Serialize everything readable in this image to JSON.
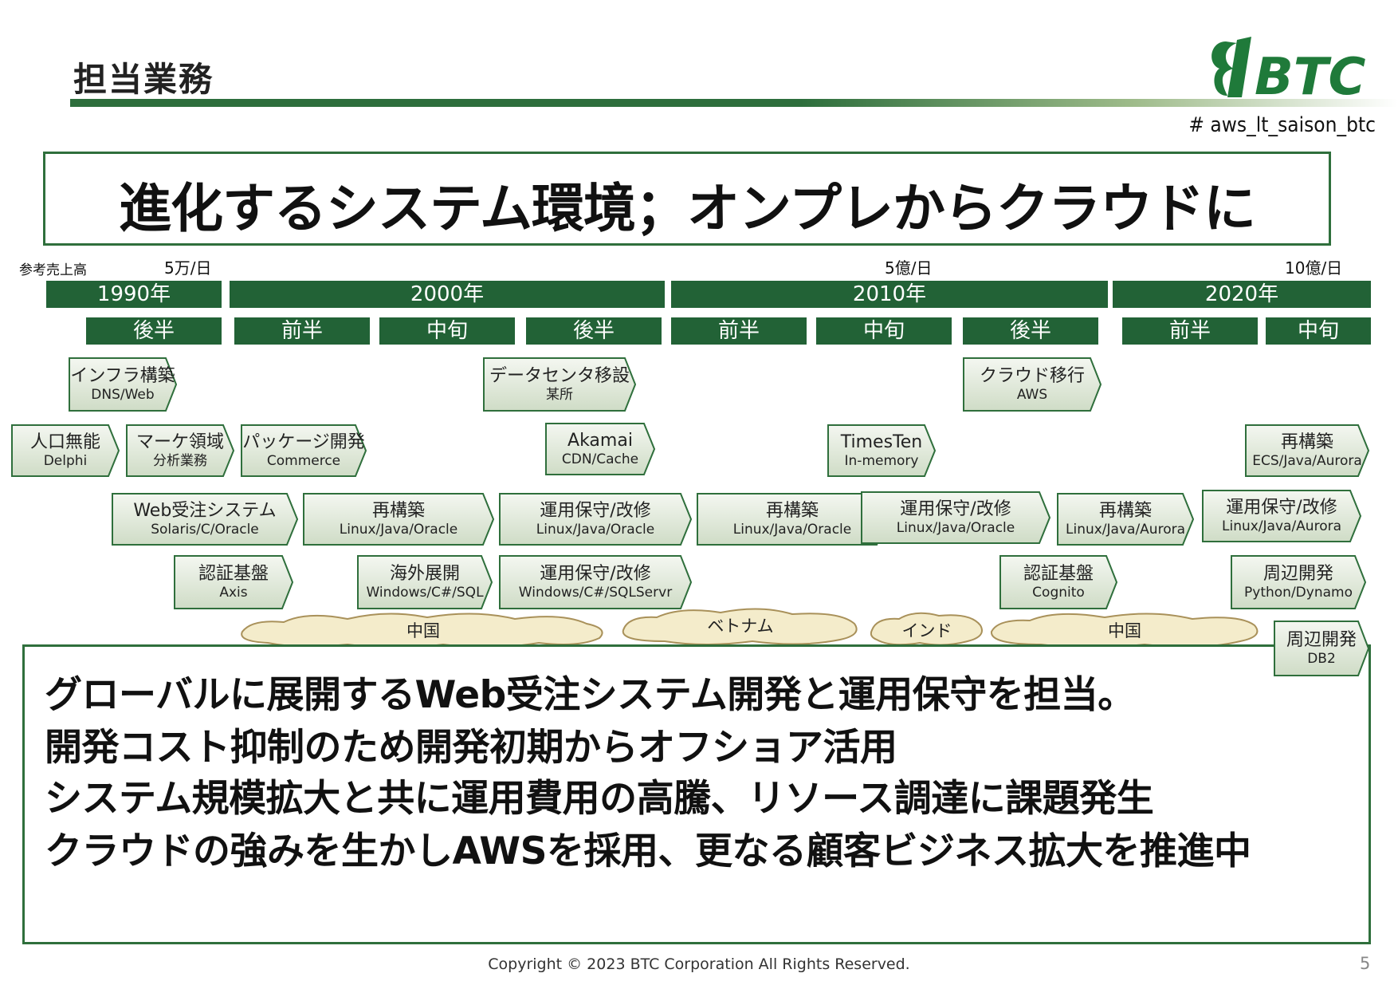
{
  "header": {
    "section_title": "担当業務",
    "logo_text": "BTC",
    "hashtag": "# aws_lt_saison_btc"
  },
  "headline": "進化するシステム環境；オンプレからクラウドに",
  "timeline": {
    "sales_label": "参考売上高",
    "sales_1990": "5万/日",
    "sales_2010": "5億/日",
    "sales_2020": "10億/日",
    "decades": [
      "1990年",
      "2000年",
      "2010年",
      "2020年"
    ],
    "periods": [
      "後半",
      "前半",
      "中旬",
      "後半",
      "前半",
      "中旬",
      "後半",
      "前半",
      "中旬"
    ]
  },
  "tasks": [
    {
      "title": "インフラ構築",
      "sub": "DNS/Web"
    },
    {
      "title": "データセンタ移設",
      "sub": "某所"
    },
    {
      "title": "クラウド移行",
      "sub": "AWS"
    },
    {
      "title": "人口無能",
      "sub": "Delphi"
    },
    {
      "title": "マーケ領域",
      "sub": "分析業務"
    },
    {
      "title": "パッケージ開発",
      "sub": "Commerce"
    },
    {
      "title": "Akamai",
      "sub": "CDN/Cache"
    },
    {
      "title": "TimesTen",
      "sub": "In-memory"
    },
    {
      "title": "再構築",
      "sub": "ECS/Java/Aurora"
    },
    {
      "title": "Web受注システム",
      "sub": "Solaris/C/Oracle"
    },
    {
      "title": "再構築",
      "sub": "Linux/Java/Oracle"
    },
    {
      "title": "運用保守/改修",
      "sub": "Linux/Java/Oracle"
    },
    {
      "title": "再構築",
      "sub": "Linux/Java/Oracle"
    },
    {
      "title": "運用保守/改修",
      "sub": "Linux/Java/Oracle"
    },
    {
      "title": "再構築",
      "sub": "Linux/Java/Aurora"
    },
    {
      "title": "運用保守/改修",
      "sub": "Linux/Java/Aurora"
    },
    {
      "title": "認証基盤",
      "sub": "Axis"
    },
    {
      "title": "海外展開",
      "sub": "Windows/C#/SQL"
    },
    {
      "title": "運用保守/改修",
      "sub": "Windows/C#/SQLServr"
    },
    {
      "title": "認証基盤",
      "sub": "Cognito"
    },
    {
      "title": "周辺開発",
      "sub": "Python/Dynamo"
    },
    {
      "title": "周辺開発",
      "sub": "DB2"
    }
  ],
  "clouds": [
    "中国",
    "ベトナム",
    "インド",
    "中国"
  ],
  "body_lines": [
    "グローバルに展開するWeb受注システム開発と運用保守を担当。",
    "開発コスト抑制のため開発初期からオフショア活用",
    "システム規模拡大と共に運用費用の高騰、リソース調達に課題発生",
    "クラウドの強みを生かしAWSを採用、更なる顧客ビジネス拡大を推進中"
  ],
  "footer": {
    "copyright": "Copyright © 2023 BTC Corporation All Rights Reserved.",
    "page_number": "5"
  },
  "colors": {
    "accent_green": "#226236",
    "box_border": "#2f6f3c",
    "task_fill_top": "#f4f7f1",
    "task_fill_bottom": "#cfdcc6",
    "cloud_fill": "#f4eccb",
    "cloud_stroke": "#a9915a"
  }
}
